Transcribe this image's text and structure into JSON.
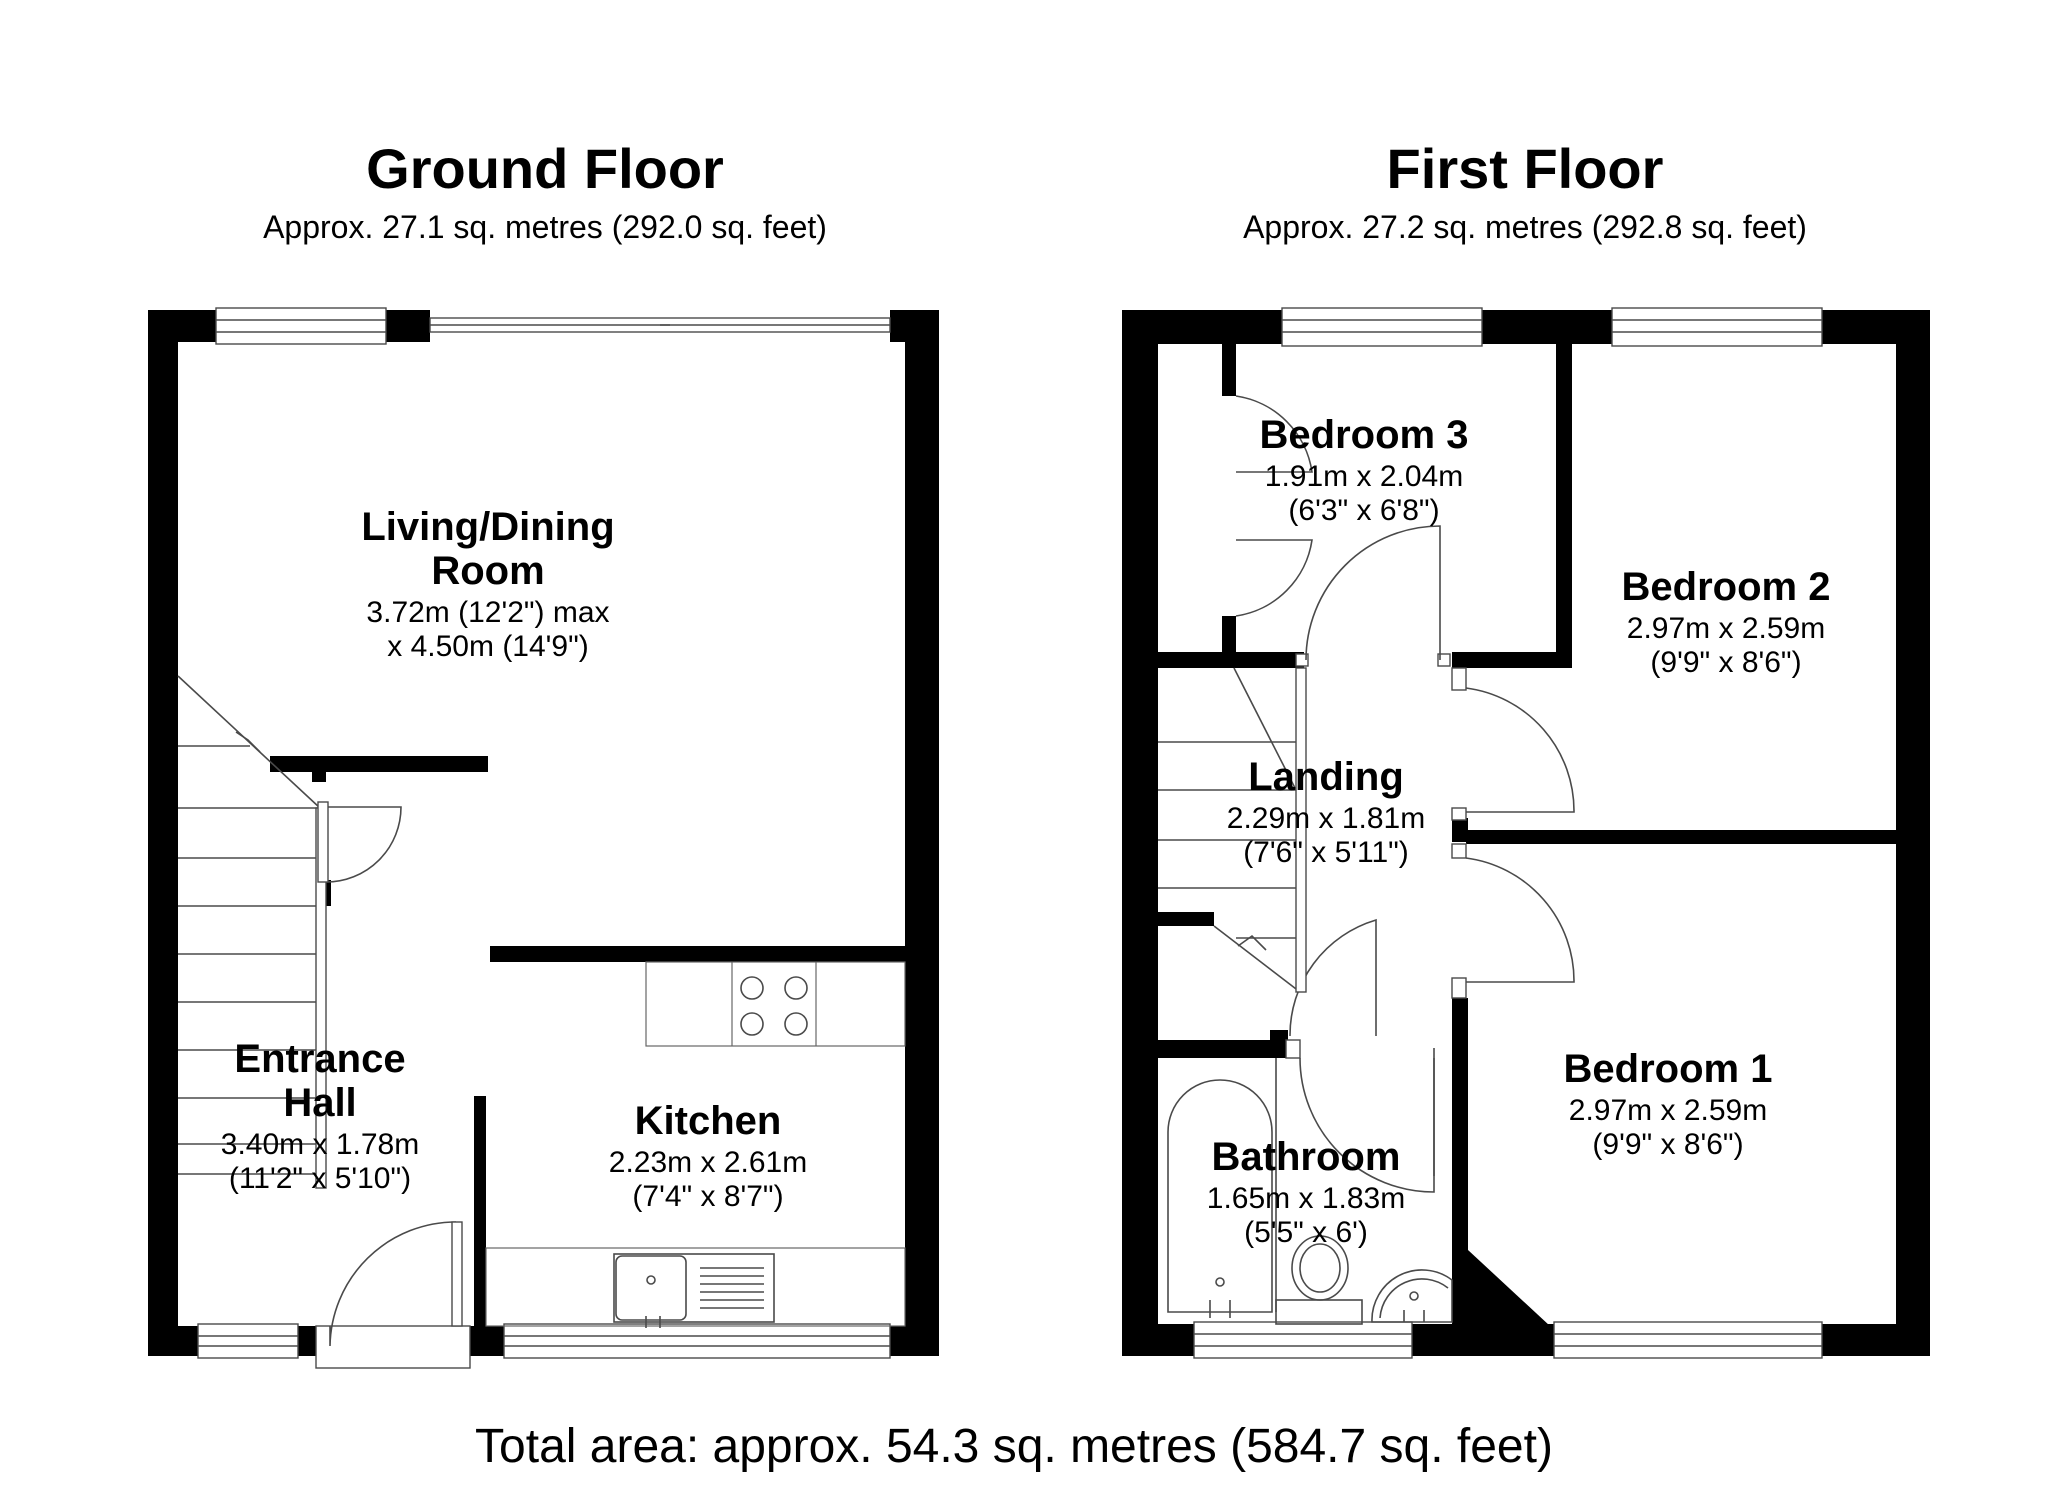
{
  "ground_floor": {
    "title": "Ground Floor",
    "area": "Approx. 27.1 sq. metres (292.0 sq. feet)",
    "living": {
      "name_1": "Living/Dining",
      "name_2": "Room",
      "dim_1": "3.72m (12'2\") max",
      "dim_2": "x 4.50m (14'9\")"
    },
    "kitchen": {
      "name": "Kitchen",
      "dim_1": "2.23m x 2.61m",
      "dim_2": "(7'4\" x 8'7\")"
    },
    "hall": {
      "name_1": "Entrance",
      "name_2": "Hall",
      "dim_1": "3.40m x 1.78m",
      "dim_2": "(11'2\" x 5'10\")"
    }
  },
  "first_floor": {
    "title": "First Floor",
    "area": "Approx. 27.2 sq. metres (292.8 sq. feet)",
    "bedroom3": {
      "name": "Bedroom 3",
      "dim_1": "1.91m x 2.04m",
      "dim_2": "(6'3\" x 6'8\")"
    },
    "bedroom2": {
      "name": "Bedroom 2",
      "dim_1": "2.97m x 2.59m",
      "dim_2": "(9'9\" x 8'6\")"
    },
    "landing": {
      "name": "Landing",
      "dim_1": "2.29m x 1.81m",
      "dim_2": "(7'6\" x 5'11\")"
    },
    "bedroom1": {
      "name": "Bedroom 1",
      "dim_1": "2.97m x 2.59m",
      "dim_2": "(9'9\" x 8'6\")"
    },
    "bathroom": {
      "name": "Bathroom",
      "dim_1": "1.65m x 1.83m",
      "dim_2": "(5'5\" x 6')"
    }
  },
  "total_area": "Total area: approx. 54.3 sq. metres (584.7 sq. feet)",
  "colors": {
    "wall": "#000000",
    "line": "#4a4a4a",
    "background": "#ffffff"
  }
}
